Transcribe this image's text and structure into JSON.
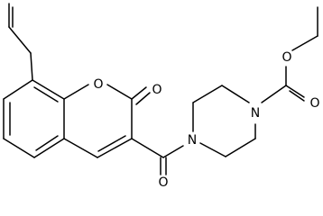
{
  "structure": {
    "atoms": {
      "ester_o_single": "O",
      "ester_o_double": "O",
      "piperazine_n_right": "N",
      "piperazine_n_left": "N",
      "lactone_ring_o": "O",
      "lactone_carbonyl_o": "O",
      "amide_carbonyl_o": "O"
    }
  }
}
